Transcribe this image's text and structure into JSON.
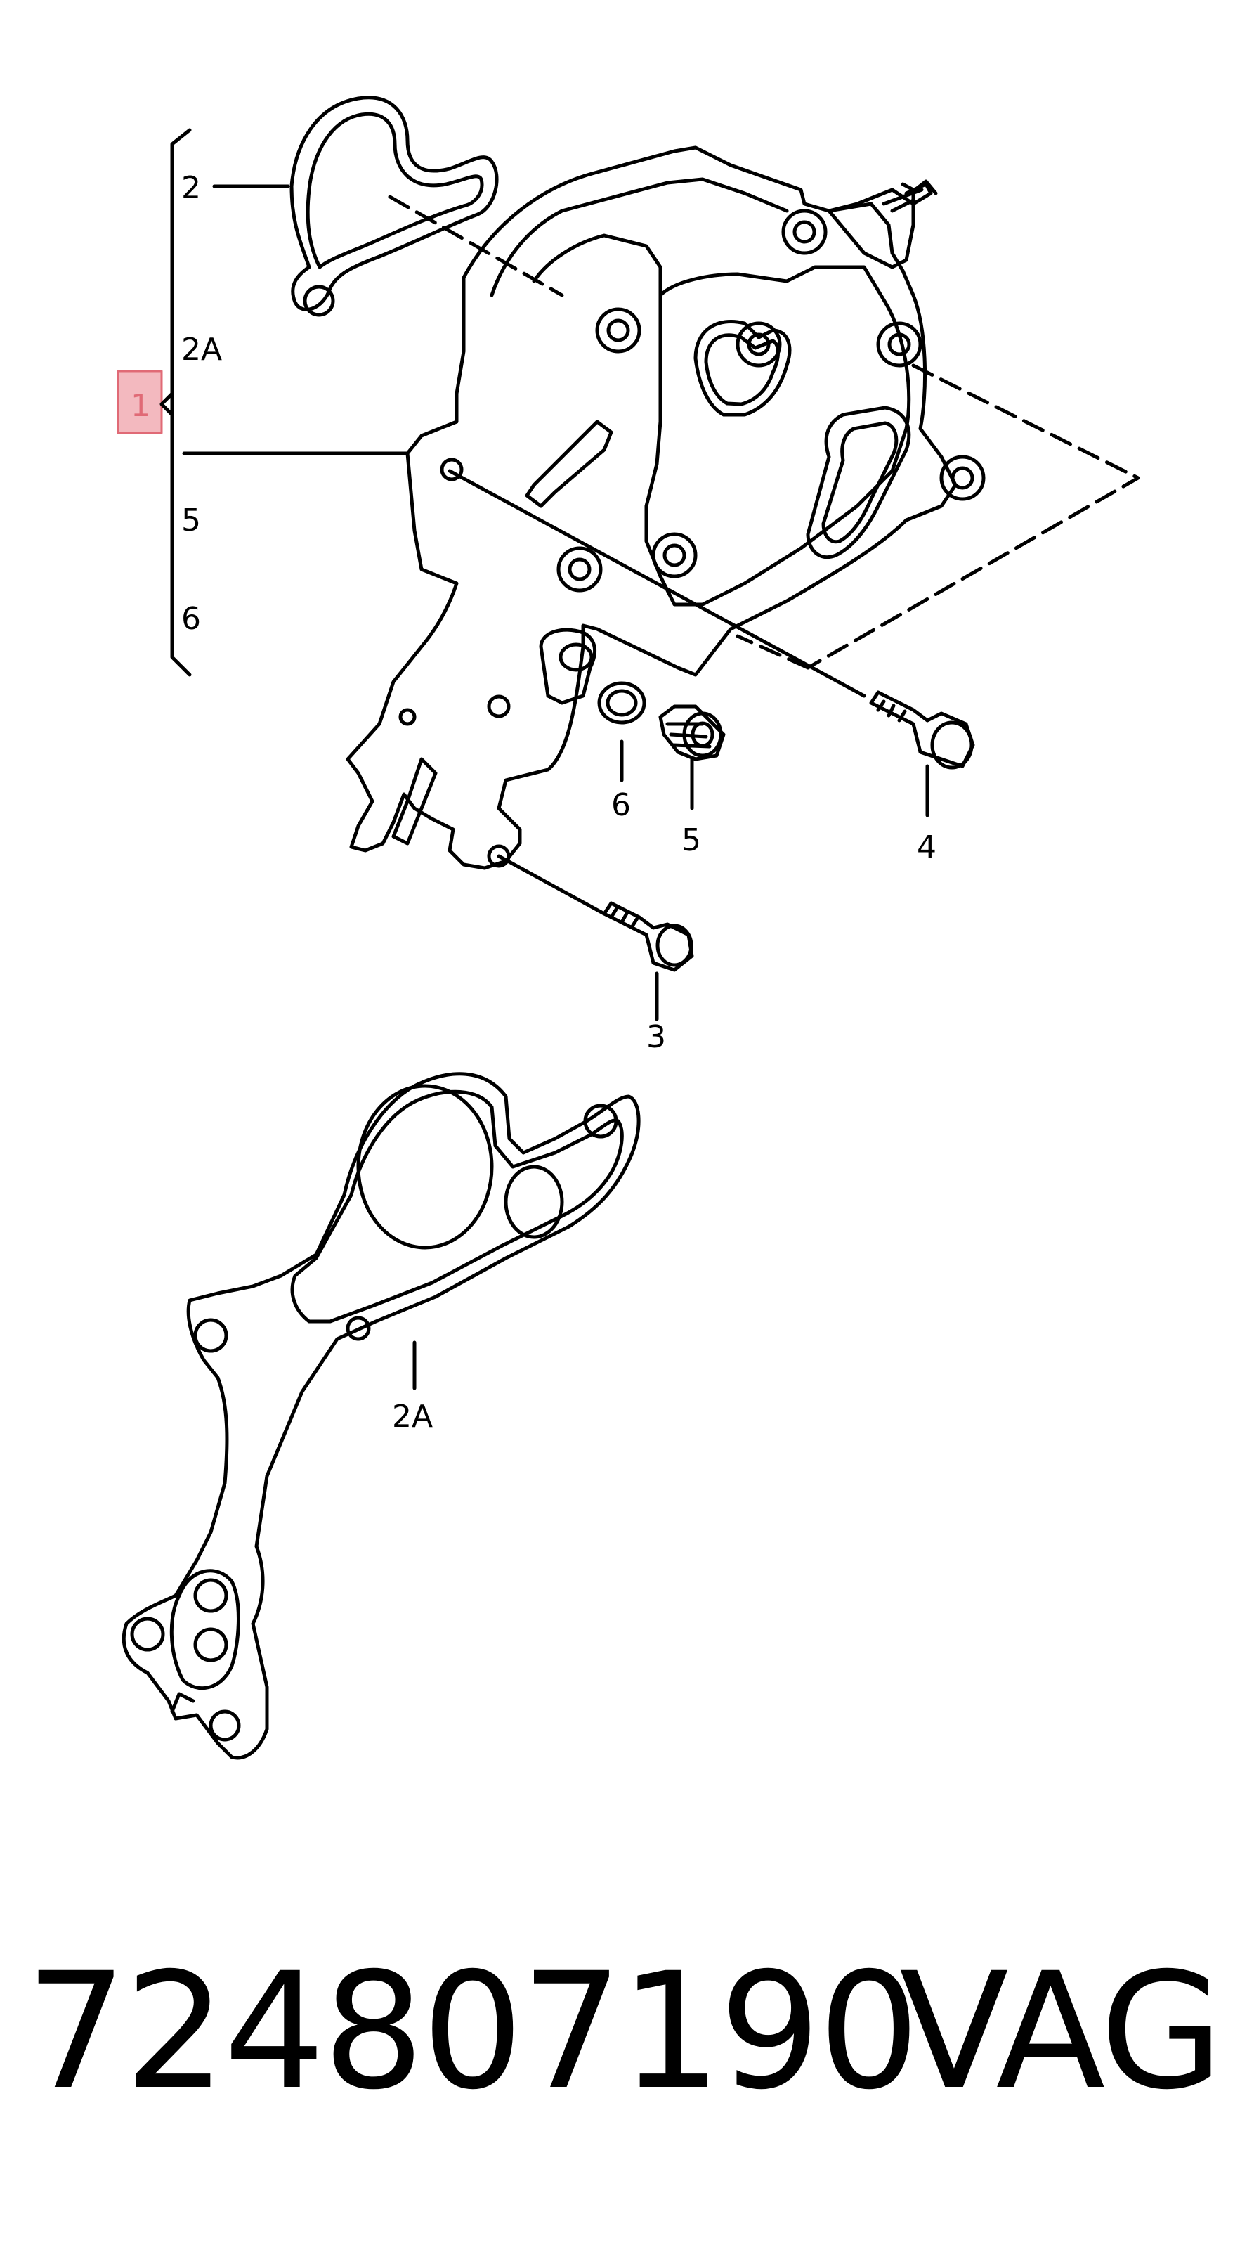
{
  "diagram": {
    "callouts": {
      "item_1": "1",
      "item_2": "2",
      "item_2a_top": "2A",
      "item_5_list": "5",
      "item_6_list": "6",
      "item_6": "6",
      "item_5": "5",
      "item_4": "4",
      "item_3": "3",
      "item_2a_bottom": "2A"
    },
    "highlight_color": "#f3b9bf",
    "highlight_border": "#e06a76",
    "line_color": "#000000"
  },
  "footer": {
    "part_number": "724807190",
    "brand": "VAG"
  }
}
